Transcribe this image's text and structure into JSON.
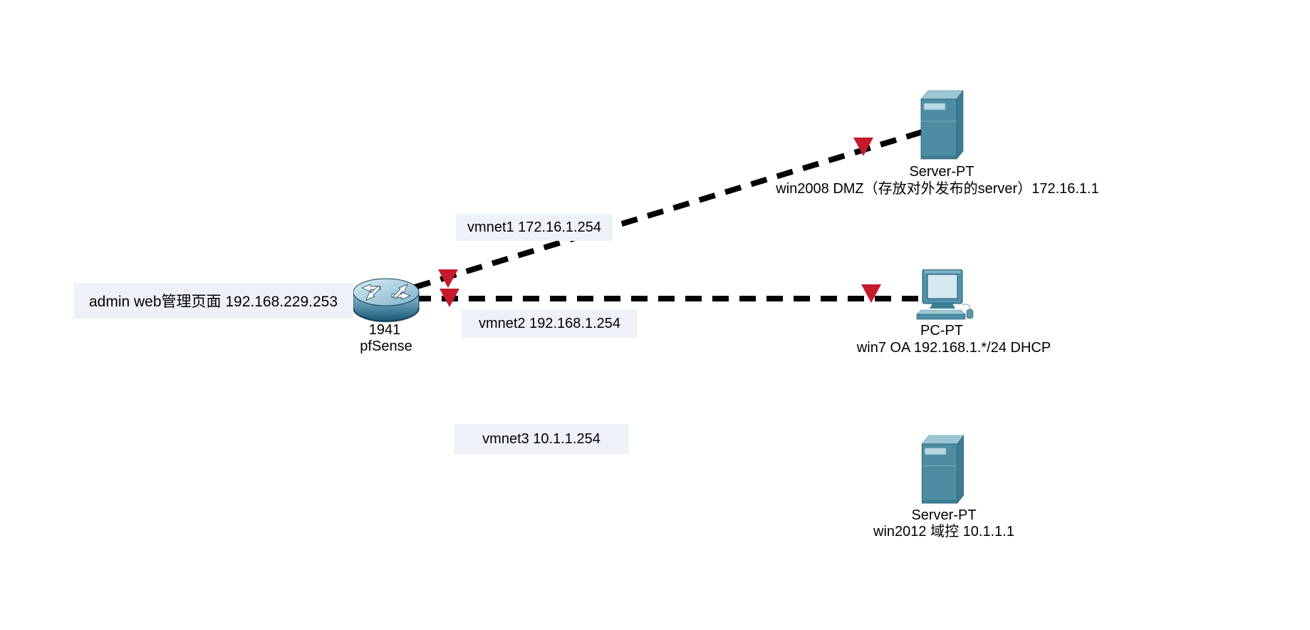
{
  "app": {
    "name": "Packet Tracer style network topology",
    "background": "#ffffff"
  },
  "colors": {
    "device_teal": "#4d8ca2",
    "device_teal_light": "#9cc6d4",
    "link_black": "#000000",
    "arrow_red": "#c41a2b",
    "note_bg": "#eef2f8",
    "text": "#000000"
  },
  "notes": {
    "admin": "admin web管理页面 192.168.229.253",
    "vmnet1": "vmnet1 172.16.1.254",
    "vmnet2": "vmnet2 192.168.1.254",
    "vmnet3": "vmnet3 10.1.1.254"
  },
  "devices": {
    "router": {
      "model": "1941",
      "name": "pfSense"
    },
    "server_dmz": {
      "type": "Server-PT",
      "name": "win2008 DMZ（存放对外发布的server）172.16.1.1"
    },
    "pc_oa": {
      "type": "PC-PT",
      "name": "win7 OA 192.168.1.*/24 DHCP"
    },
    "server_dc": {
      "type": "Server-PT",
      "name": "win2012 域控 10.1.1.1"
    }
  },
  "links": [
    {
      "from": "router",
      "to": "server_dmz",
      "style": "dashed"
    },
    {
      "from": "router",
      "to": "pc_oa",
      "style": "dashed"
    }
  ]
}
